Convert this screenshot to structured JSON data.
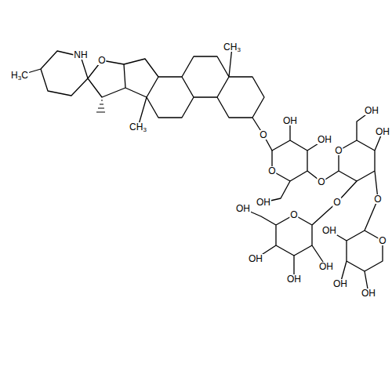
{
  "diagram": {
    "labels": [
      "NH",
      "O",
      "H3C",
      "CH3",
      "CH3",
      "O",
      "OH",
      "OH",
      "O",
      "O",
      "OH",
      "OH",
      "O",
      "OH",
      "O",
      "O",
      "O",
      "OH",
      "OH",
      "OH",
      "OH",
      "O",
      "OH",
      "OH",
      "OH"
    ]
  }
}
